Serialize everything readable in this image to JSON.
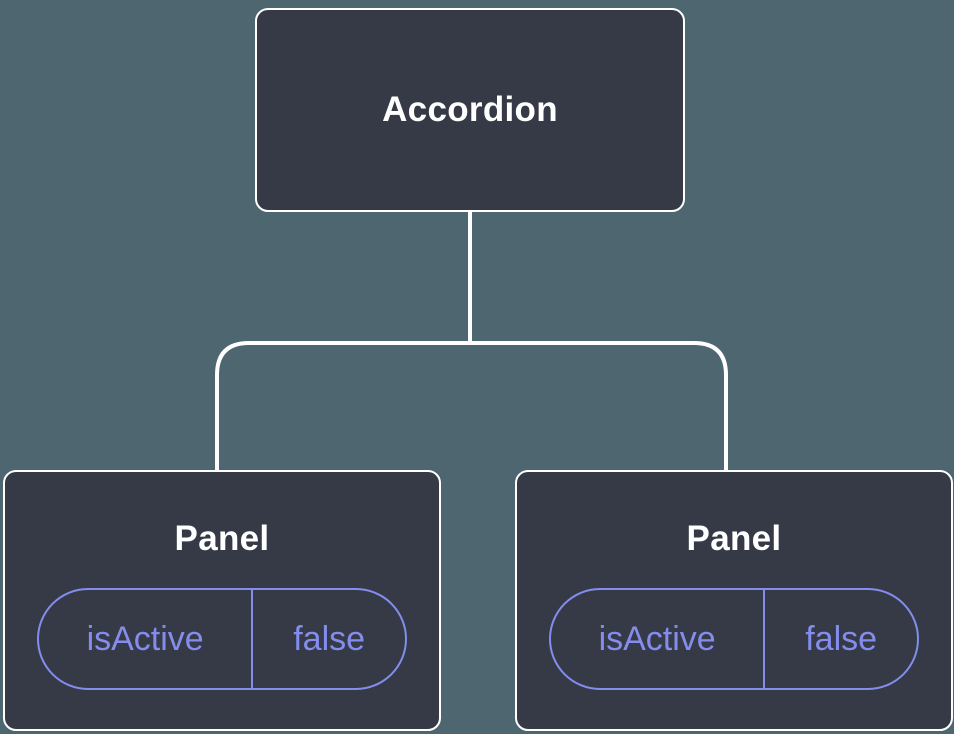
{
  "tree": {
    "root": {
      "label": "Accordion"
    },
    "panels": [
      {
        "label": "Panel",
        "state": {
          "name": "isActive",
          "value": "false"
        }
      },
      {
        "label": "Panel",
        "state": {
          "name": "isActive",
          "value": "false"
        }
      }
    ]
  },
  "colors": {
    "background": "#4E6670",
    "node_fill": "#353A46",
    "node_border": "#FFFFFF",
    "node_text": "#FFFFFF",
    "state_accent": "#848DED",
    "connector": "#FFFFFF"
  }
}
